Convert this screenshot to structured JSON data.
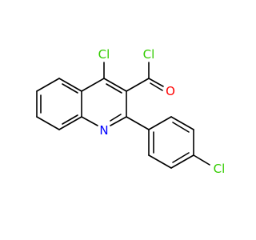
{
  "molecule": {
    "atoms": {
      "cl_top": {
        "symbol": "Cl",
        "color": "#33cc00"
      },
      "cl_acyl": {
        "symbol": "Cl",
        "color": "#33cc00"
      },
      "o_carbonyl": {
        "symbol": "O",
        "color": "#ff0000"
      },
      "n_ring": {
        "symbol": "N",
        "color": "#0000ff"
      },
      "cl_para": {
        "symbol": "Cl",
        "color": "#33cc00"
      }
    },
    "bond_color": "#000000"
  }
}
